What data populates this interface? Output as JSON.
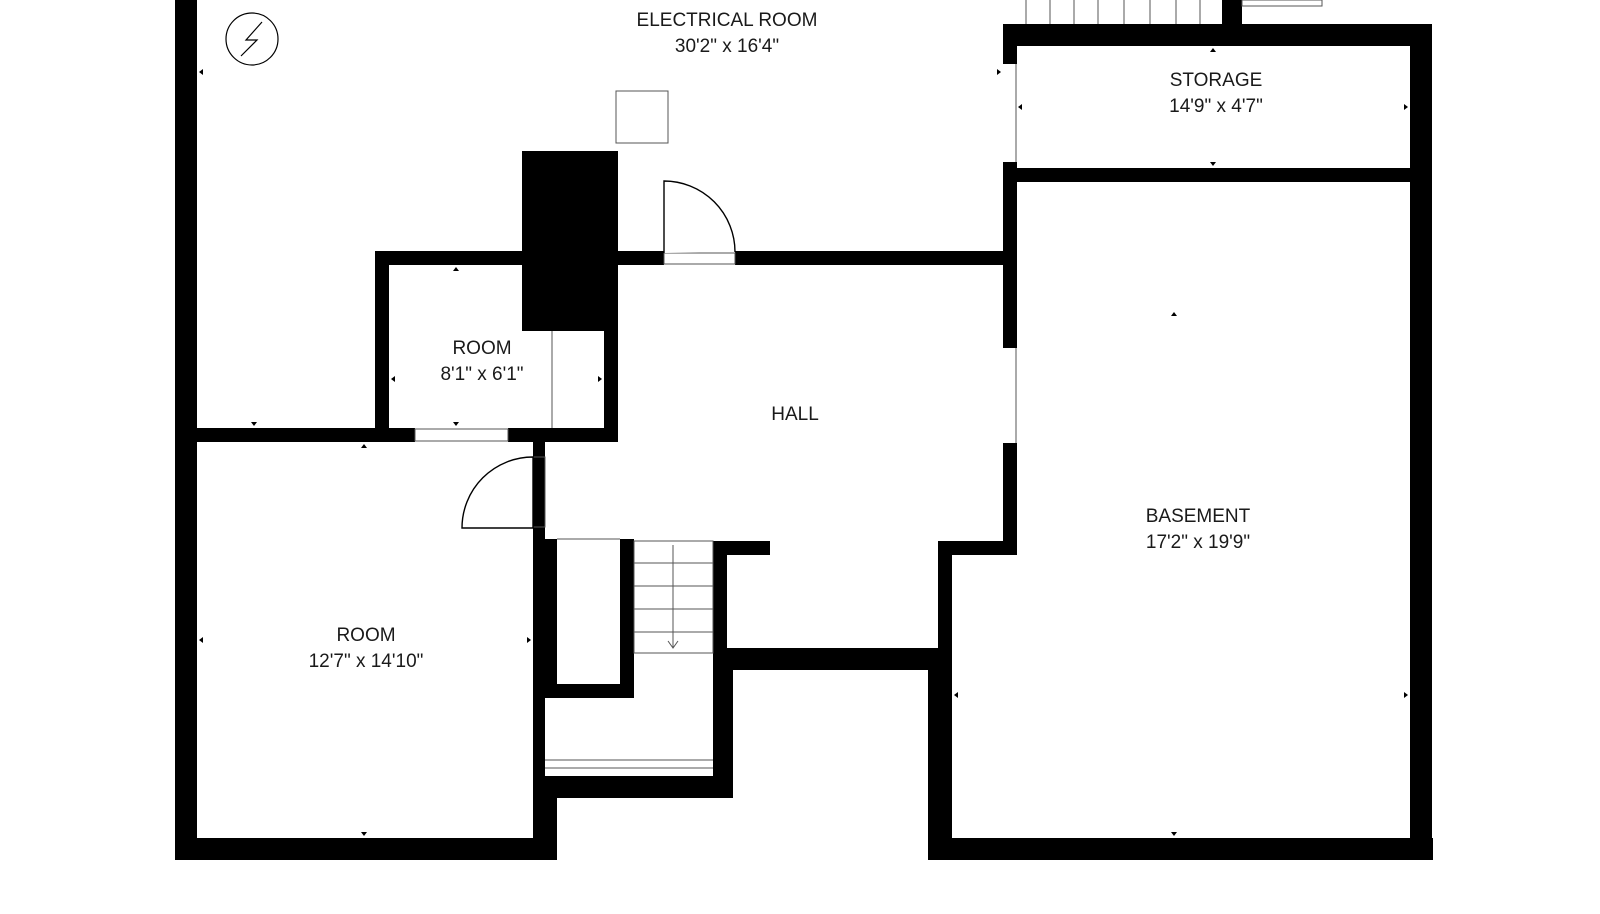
{
  "floor_plan": {
    "rooms": [
      {
        "id": "electrical",
        "name": "ELECTRICAL ROOM",
        "dimensions": "30'2\" x 16'4\""
      },
      {
        "id": "storage",
        "name": "STORAGE",
        "dimensions": "14'9\" x 4'7\""
      },
      {
        "id": "room_small",
        "name": "ROOM",
        "dimensions": "8'1\" x 6'1\""
      },
      {
        "id": "hall",
        "name": "HALL",
        "dimensions": ""
      },
      {
        "id": "basement",
        "name": "BASEMENT",
        "dimensions": "17'2\" x 19'9\""
      },
      {
        "id": "room_large",
        "name": "ROOM",
        "dimensions": "12'7\" x 14'10\""
      }
    ],
    "symbols": {
      "electrical_panel": "electrical-symbol-icon",
      "stairs": "stairs-icon"
    },
    "colors": {
      "wall": "#000000",
      "background": "#ffffff",
      "text": "#1a1a1a"
    }
  }
}
